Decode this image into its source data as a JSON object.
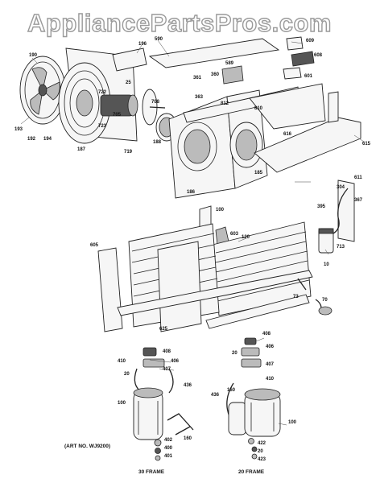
{
  "watermark": "AppliancePartsPros.com",
  "art_no": "(ART NO. WJ9200)",
  "frame_labels": {
    "left": "30 FRAME",
    "right": "20 FRAME"
  },
  "part_labels": {
    "p190": "190",
    "p193": "193",
    "p192": "192",
    "p194": "194",
    "p187": "187",
    "p196": "196",
    "p25": "25",
    "p722": "722",
    "p723": "723",
    "p705": "705",
    "p719": "719",
    "p708": "708",
    "p188": "188",
    "p590": "590",
    "p361": "361",
    "p363": "363",
    "p360": "360",
    "p589": "589",
    "p812": "812",
    "p810": "810",
    "p609": "609",
    "p608": "608",
    "p601": "601",
    "p186": "186",
    "p185": "185",
    "p616": "616",
    "p615": "615",
    "p611": "611",
    "p304": "304",
    "p395": "395",
    "p367": "367",
    "p713": "713",
    "p10": "10",
    "p100a": "100",
    "p603": "603",
    "p120": "120",
    "p605": "605",
    "p625": "625",
    "p73": "73",
    "p70": "70",
    "p408a": "408",
    "p410a": "410",
    "p406a": "406",
    "p407a": "407",
    "p20a": "20",
    "p436a": "436",
    "p100b": "100",
    "p402": "402",
    "p400": "400",
    "p401": "401",
    "p160a": "160",
    "p408b": "408",
    "p406b": "406",
    "p20b": "20",
    "p407b": "407",
    "p410b": "410",
    "p436b": "436",
    "p160b": "160",
    "p100c": "100",
    "p422": "422",
    "p20c": "20",
    "p423": "423"
  }
}
